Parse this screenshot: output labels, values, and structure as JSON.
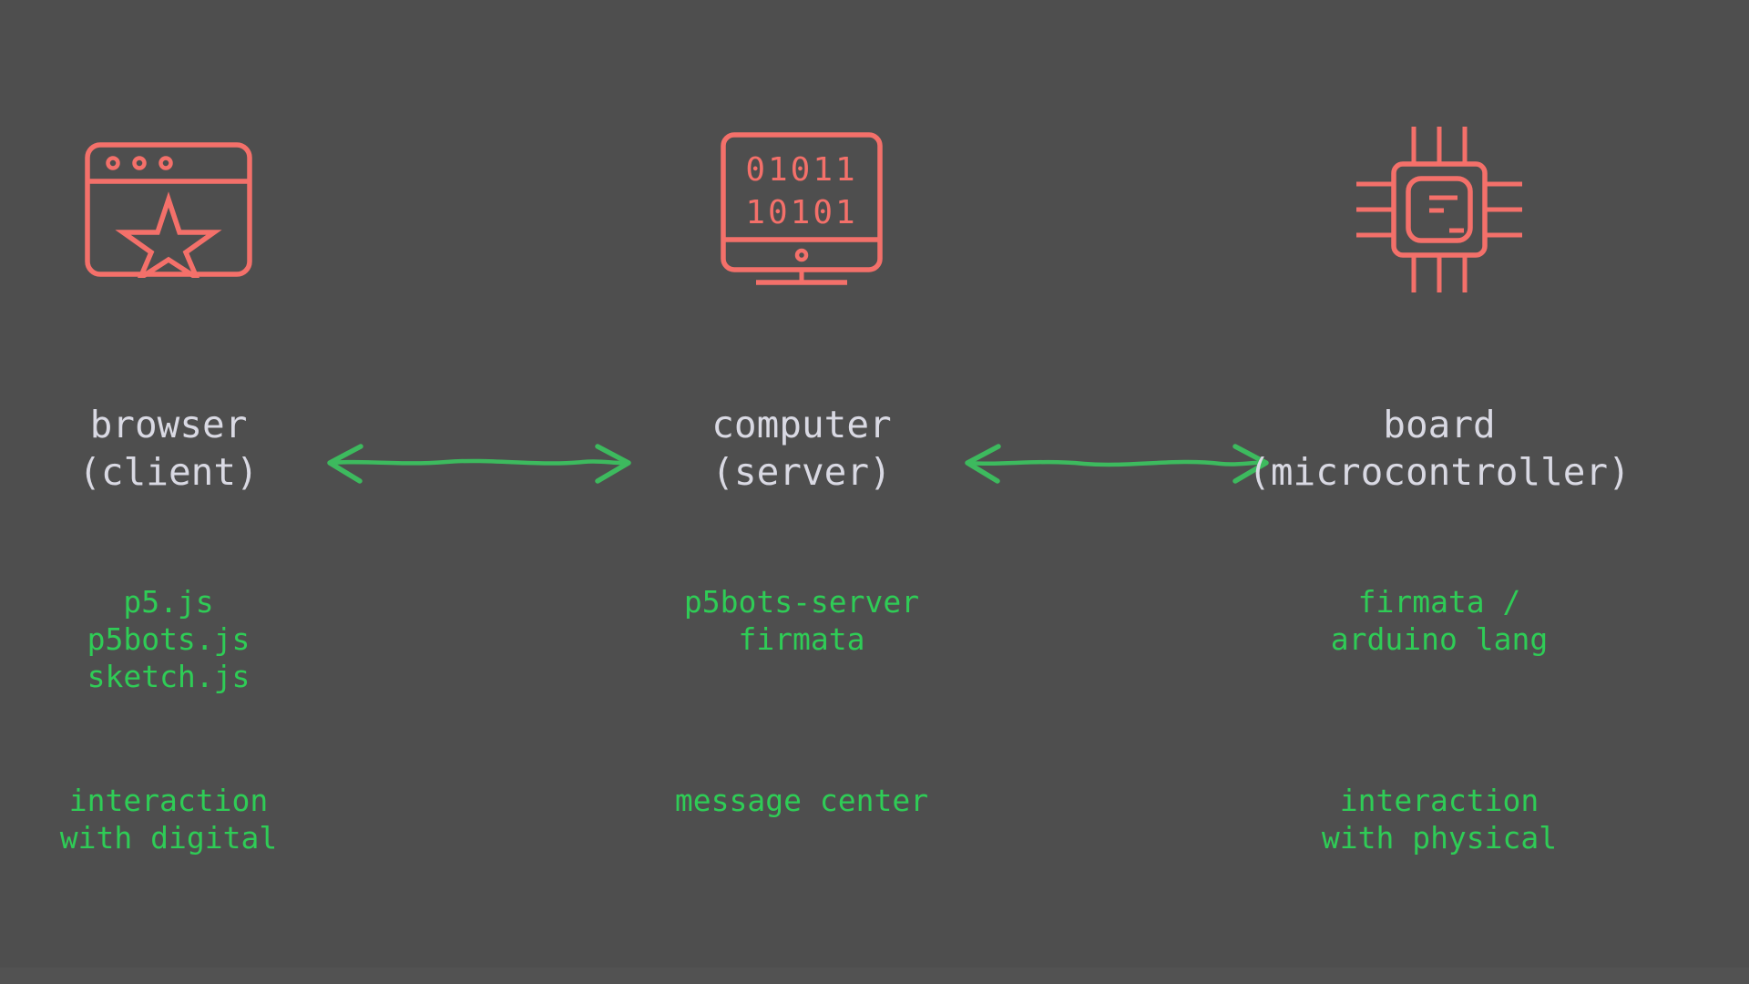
{
  "theme": {
    "background": "#4e4e4e",
    "icon_color": "#f4706a",
    "title_color": "#d9d9e3",
    "accent_green": "#2fcc56"
  },
  "diagram": {
    "type": "architecture-flow",
    "columns": [
      {
        "id": "browser",
        "icon": "browser-window-star-icon",
        "title": "browser\n(client)",
        "libs": "p5.js\np5bots.js\nsketch.js",
        "role": "interaction\nwith digital"
      },
      {
        "id": "computer",
        "icon": "monitor-binary-icon",
        "icon_text_rows": [
          "01011",
          "10101"
        ],
        "title": "computer\n(server)",
        "libs": "p5bots-server\nfirmata",
        "role": "message center"
      },
      {
        "id": "board",
        "icon": "microchip-icon",
        "title": "board\n(microcontroller)",
        "libs": "firmata /\narduino lang",
        "role": "interaction\nwith physical"
      }
    ],
    "connectors": [
      {
        "id": "browser-computer",
        "kind": "double-arrow",
        "from": "browser",
        "to": "computer"
      },
      {
        "id": "computer-board",
        "kind": "double-arrow",
        "from": "computer",
        "to": "board"
      }
    ]
  }
}
